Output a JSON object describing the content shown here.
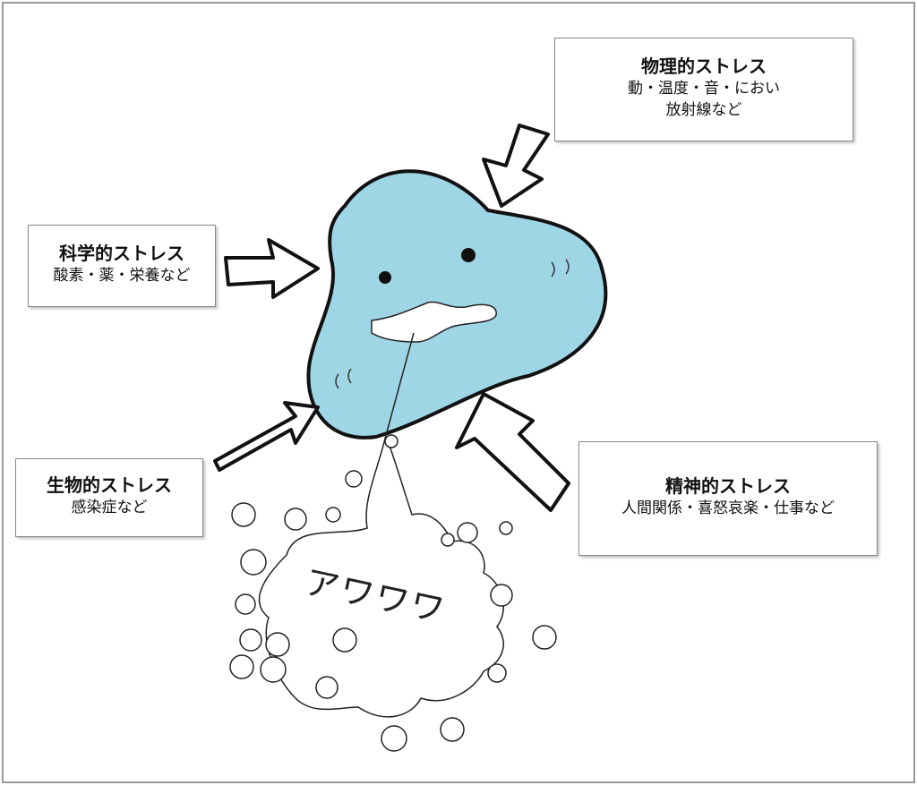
{
  "labels": {
    "physical": {
      "title": "物理的ストレス",
      "lines": [
        "動・温度・音・におい",
        "放射線など"
      ]
    },
    "chemical": {
      "title": "科学的ストレス",
      "lines": [
        "酸素・薬・栄養など"
      ]
    },
    "biological": {
      "title": "生物的ストレス",
      "lines": [
        "感染症など"
      ]
    },
    "mental": {
      "title": "精神的ストレス",
      "lines": [
        "人間関係・喜怒哀楽・仕事など"
      ]
    }
  },
  "bubble": {
    "text": "アワワワ"
  },
  "colors": {
    "blob": "#9fd6e6",
    "outline": "#111111"
  }
}
